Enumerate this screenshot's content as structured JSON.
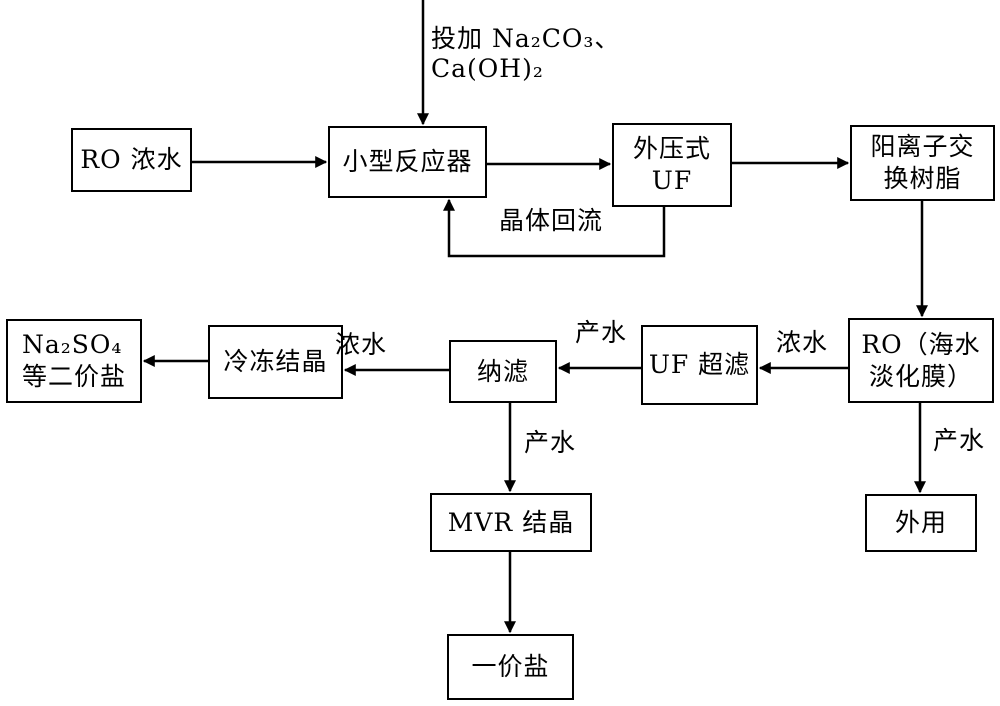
{
  "diagram": {
    "background": "#ffffff",
    "line_color": "#000000",
    "nodes": [
      {
        "id": "ro-concentrate",
        "label": "RO 浓水"
      },
      {
        "id": "small-reactor",
        "label": "小型反应器"
      },
      {
        "id": "external-pressure-uf",
        "label": "外压式\nUF"
      },
      {
        "id": "cation-exchange-resin",
        "label": "阳离子交\n换树脂"
      },
      {
        "id": "ro-seawater-membrane",
        "label": "RO（海水\n淡化膜）"
      },
      {
        "id": "uf-ultrafiltration",
        "label": "UF 超滤"
      },
      {
        "id": "nanofiltration",
        "label": "纳滤"
      },
      {
        "id": "freeze-crystallization",
        "label": "冷冻结晶"
      },
      {
        "id": "divalent-salts",
        "label": "Na₂SO₄\n等二价盐"
      },
      {
        "id": "mvr-crystallization",
        "label": "MVR 结晶"
      },
      {
        "id": "monovalent-salt",
        "label": "一价盐"
      },
      {
        "id": "external-use",
        "label": "外用"
      }
    ],
    "edge_labels": {
      "dosing": "投加 Na₂CO₃、\nCa(OH)₂",
      "crystal_recycle": "晶体回流",
      "concentrate_ro_to_uf": "浓水",
      "permeate_uf_to_nf": "产水",
      "concentrate_nf_to_freeze": "浓水",
      "permeate_nf_to_mvr": "产水",
      "permeate_ro_to_external": "产水"
    }
  }
}
